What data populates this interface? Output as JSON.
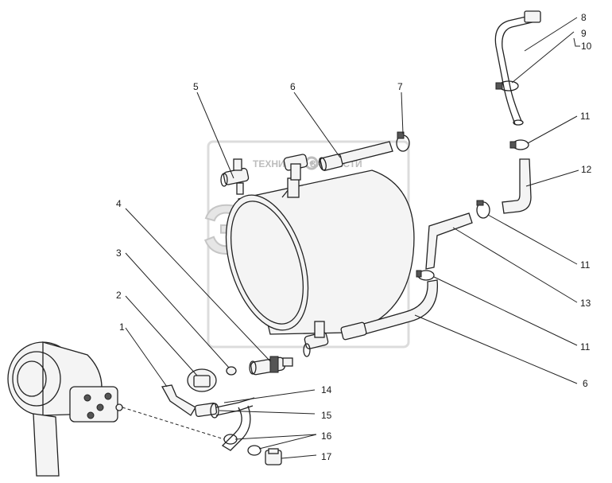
{
  "watermark": {
    "top_text": "ТЕХНИКА И ЗАПЧАСТИ",
    "letters": "ЭПФ",
    "gear_icon": "gear-icon"
  },
  "callouts": [
    "1",
    "2",
    "3",
    "4",
    "5",
    "6",
    "7",
    "8",
    "9",
    "10",
    "11",
    "12",
    "13",
    "14",
    "15",
    "16",
    "17"
  ],
  "labels": {
    "n1": "1",
    "n2": "2",
    "n3": "3",
    "n4": "4",
    "n5": "5",
    "n6_top": "6",
    "n6_right": "6",
    "n7": "7",
    "n8": "8",
    "n9": "9",
    "n10": "10",
    "n11_a": "11",
    "n11_b": "11",
    "n11_c": "11",
    "n12": "12",
    "n13": "13",
    "n14": "14",
    "n15": "15",
    "n16": "16",
    "n17": "17"
  }
}
